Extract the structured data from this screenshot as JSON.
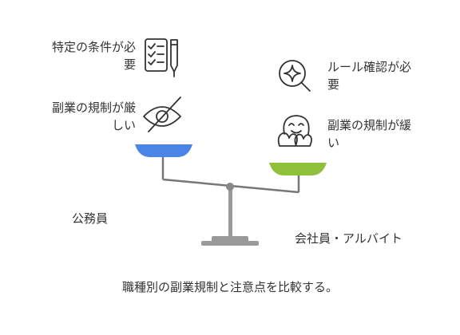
{
  "left": {
    "items": [
      {
        "text": "特定の条件が必\n要",
        "icon": "checklist-pen-icon"
      },
      {
        "text": "副業の規制が厳\nしい",
        "icon": "eye-off-icon"
      }
    ],
    "pan_color": "#4a84e6",
    "label": "公務員"
  },
  "right": {
    "items": [
      {
        "text": "ルール確認が必\n要",
        "icon": "search-sparkle-icon"
      },
      {
        "text": "副業の規制が緩\nい",
        "icon": "happy-face-icon"
      }
    ],
    "pan_color": "#8fc03a",
    "label": "会社員・アルバイト"
  },
  "caption": "職種別の副業規制と注意点を比較する。",
  "colors": {
    "beam": "#777777",
    "stand": "#999999",
    "icon": "#333333"
  }
}
